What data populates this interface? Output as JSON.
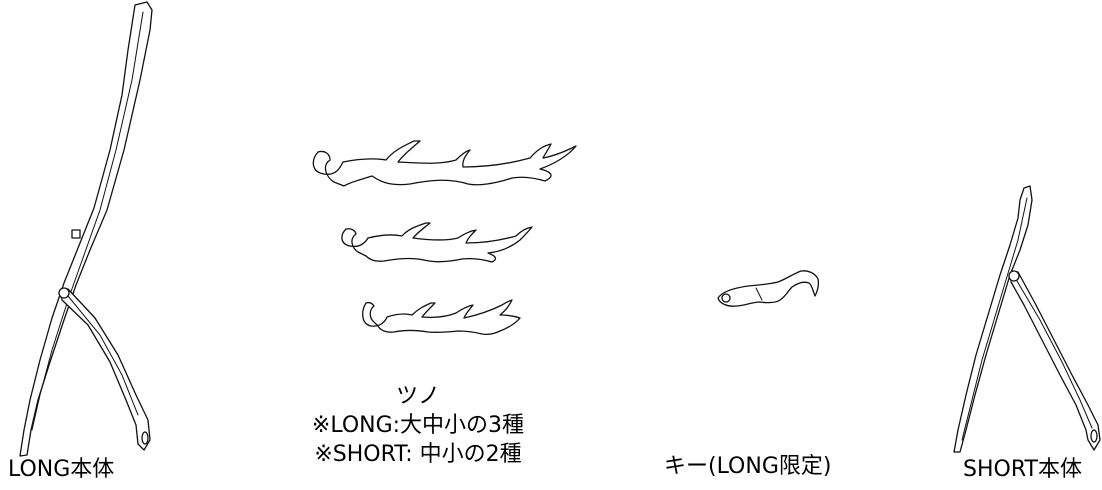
{
  "labels": {
    "long_body": "LONG本体",
    "horn": {
      "title": "ツノ",
      "note_long": "※LONG:大中小の3種",
      "note_short": "※SHORT: 中小の2種"
    },
    "key": "キー(LONG限定)",
    "short_body": "SHORT本体"
  },
  "colors": {
    "line": "#111111",
    "background": "#ffffff"
  }
}
